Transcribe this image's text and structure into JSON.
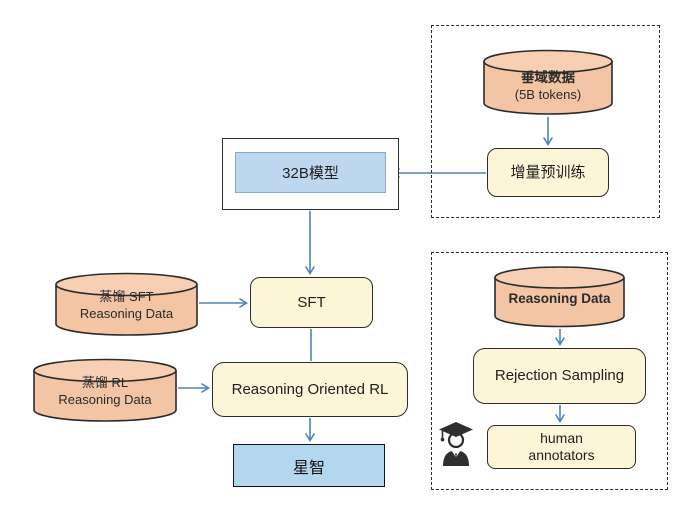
{
  "nodes": {
    "domain_data": {
      "title": "垂域数据",
      "subtitle": "(5B tokens)"
    },
    "incremental_pretraining": {
      "label": "增量预训练"
    },
    "model_32b": {
      "label": "32B模型"
    },
    "distill_sft_data": {
      "line1": "蒸馏 SFT",
      "line2": "Reasoning Data"
    },
    "sft": {
      "label": "SFT"
    },
    "distill_rl_data": {
      "line1": "蒸馏 RL",
      "line2": "Reasoning Data"
    },
    "reasoning_oriented_rl": {
      "label": "Reasoning Oriented RL"
    },
    "xingzhi": {
      "label": "星智"
    },
    "reasoning_data": {
      "label": "Reasoning Data"
    },
    "rejection_sampling": {
      "label": "Rejection Sampling"
    },
    "human_annotators": {
      "line1": "human",
      "line2": "annotators"
    }
  },
  "icons": {
    "scholar": "graduate-annotator-icon"
  },
  "colors": {
    "cylinder_body": "#f3c5a5",
    "cylinder_top": "#f6cfb4",
    "process_box": "#fdf5d8",
    "model_box": "#bdd7ee",
    "output_box": "#b4d7f0",
    "arrow": "#4f81bd",
    "outline": "#2b2b2b"
  }
}
